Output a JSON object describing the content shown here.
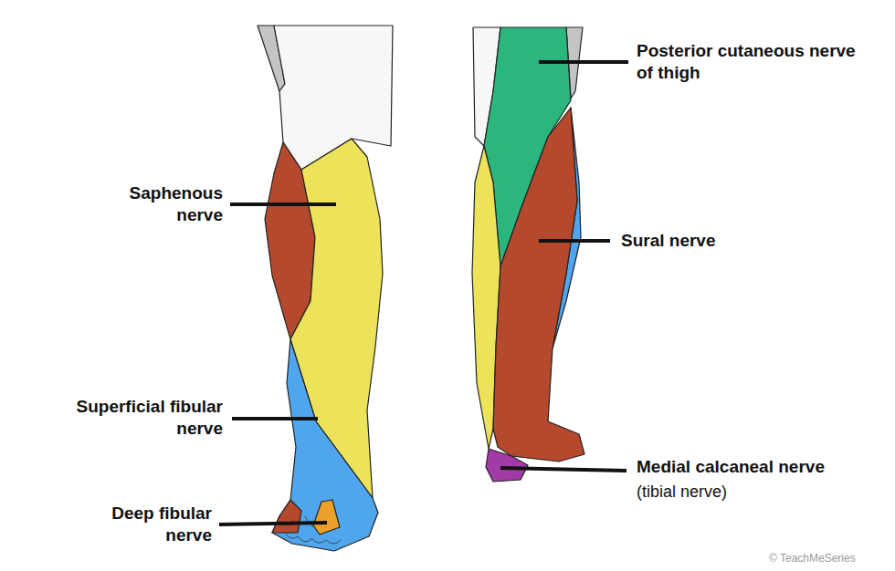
{
  "diagram": {
    "labels": [
      "Saphenous nerve",
      "Superficial fibular nerve",
      "Deep fibular nerve",
      "Posterior cutaneous nerve of thigh",
      "Sural nerve",
      "Medial calcaneal nerve",
      "(tibial nerve)",
      "© TeachMeSeries"
    ]
  }
}
